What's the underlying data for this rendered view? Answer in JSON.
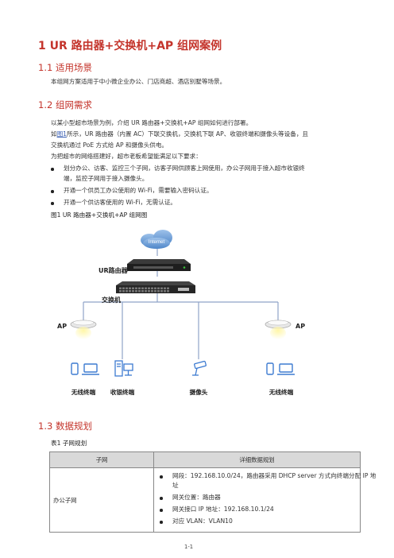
{
  "title": "1  UR 路由器+交换机+AP 组网案例",
  "s1": {
    "title": "1.1  适用场景",
    "text": "本组网方案适用于中小微企业办公、门店商超、酒店别墅等场景。"
  },
  "s2": {
    "title": "1.2  组网需求",
    "p1": "以某小型超市场景为例，介绍 UR 路由器+交换机+AP 组网如何进行部署。",
    "p2_pre": "如",
    "p2_link": "图1",
    "p2_post": "所示，UR 路由器（内置 AC）下联交换机，交换机下联 AP、收银终端和摄像头等设备，且",
    "p3": "交换机通过 PoE 方式给 AP 和摄像头供电。",
    "p4": "为把超市的网络搭建好，超市老板希望能满足以下要求：",
    "bullets": [
      "划分办公、访客、监控三个子网，访客子网供顾客上网使用，办公子网用于接入超市收银终",
      "端，监控子网用于接入摄像头。",
      "开通一个供员工办公使用的 Wi-Fi，需要输入密码认证。",
      "开通一个供访客使用的 Wi-Fi，无需认证。"
    ],
    "fig_caption": "图1 UR 路由器+交换机+AP 组网图"
  },
  "diagram": {
    "internet": "Internet",
    "router": "UR路由器",
    "switch": "交换机",
    "ap_left": "AP",
    "ap_right": "AP",
    "wireless1": "无线终端",
    "cashier": "收银终端",
    "camera": "摄像头",
    "wireless2": "无线终端",
    "line_color": "#8fa3c8"
  },
  "s3": {
    "title": "1.3  数据规划",
    "table_caption": "表1 子网规划",
    "headers": [
      "子网",
      "详细数据规划"
    ],
    "rows": [
      {
        "subnet": "办公子网",
        "details": [
          "网段：192.168.10.0/24，路由器采用 DHCP server 方式向终端分配 IP 地",
          "址",
          "网关位置：路由器",
          "网关接口 IP 地址：192.168.10.1/24",
          "对应 VLAN：VLAN10"
        ]
      }
    ]
  },
  "page_number": "1-1"
}
